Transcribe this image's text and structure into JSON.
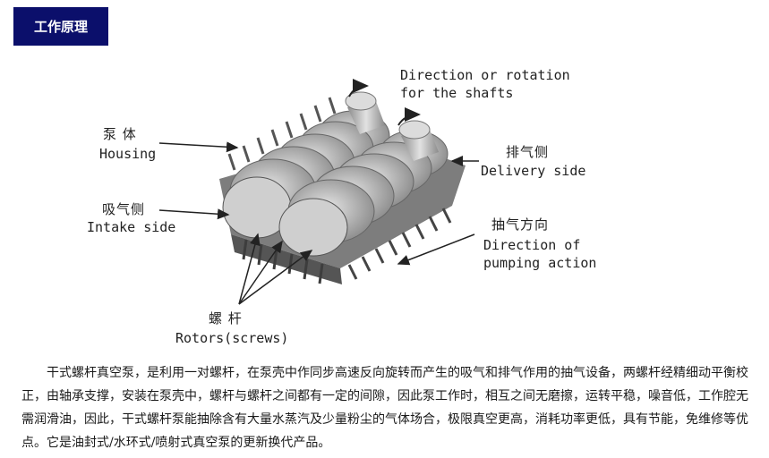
{
  "header": {
    "title": "工作原理"
  },
  "labels": {
    "rotation_line1": "Direction or rotation",
    "rotation_line2": "for the shafts",
    "housing_cn": "泵 体",
    "housing_en": "Housing",
    "delivery_cn": "排气侧",
    "delivery_en": "Delivery side",
    "intake_cn": "吸气侧",
    "intake_en": "Intake side",
    "pumping_cn": "抽气方向",
    "pumping_en1": "Direction of",
    "pumping_en2": "pumping action",
    "rotors_cn": "螺 杆",
    "rotors_en": "Rotors(screws)"
  },
  "description": "干式螺杆真空泵，是利用一对螺杆，在泵壳中作同步高速反向旋转而产生的吸气和排气作用的抽气设备，两螺杆经精细动平衡校正，由轴承支撑，安装在泵壳中，螺杆与螺杆之间都有一定的间隙，因此泵工作时，相互之间无磨擦，运转平稳，噪音低，工作腔无需润滑油，因此，干式螺杆泵能抽除含有大量水蒸汽及少量粉尘的气体场合，极限真空更高，消耗功率更低，具有节能，免维修等优点。它是油封式/水环式/喷射式真空泵的更新换代产品。",
  "colors": {
    "badge_bg": "#0b0f6b",
    "badge_text": "#ffffff"
  }
}
